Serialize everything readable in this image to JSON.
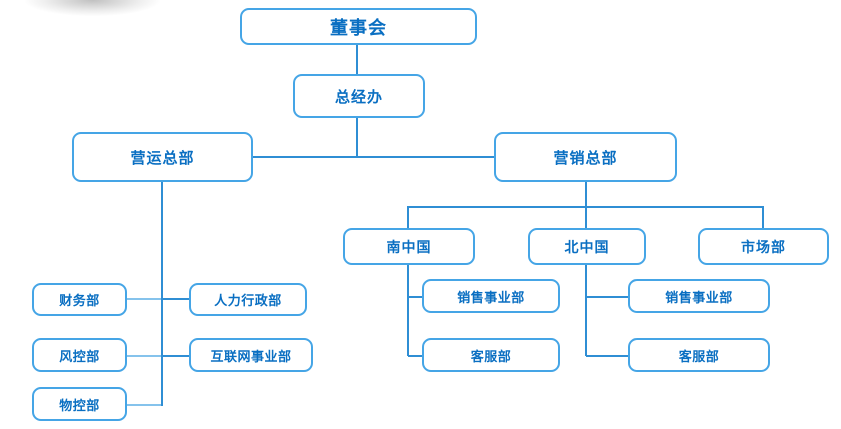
{
  "diagram": {
    "type": "org-chart",
    "nodes": {
      "board": "董事会",
      "gm_office": "总经办",
      "ops_hq": "营运总部",
      "mkt_hq": "营销总部",
      "finance": "财务部",
      "hr_admin": "人力行政部",
      "risk_control": "风控部",
      "internet_div": "互联网事业部",
      "material_control": "物控部",
      "south_china": "南中国",
      "north_china": "北中国",
      "market_dept": "市场部",
      "south_sales": "销售事业部",
      "south_service": "客服部",
      "north_sales": "销售事业部",
      "north_service": "客服部"
    },
    "hierarchy": [
      {
        "parent": "董事会",
        "children": [
          "总经办"
        ]
      },
      {
        "parent": "总经办",
        "children": [
          "营运总部",
          "营销总部"
        ]
      },
      {
        "parent": "营运总部",
        "children": [
          "财务部",
          "人力行政部",
          "风控部",
          "互联网事业部",
          "物控部"
        ]
      },
      {
        "parent": "营销总部",
        "children": [
          "南中国",
          "北中国",
          "市场部"
        ]
      },
      {
        "parent": "南中国",
        "children": [
          "销售事业部",
          "客服部"
        ]
      },
      {
        "parent": "北中国",
        "children": [
          "销售事业部",
          "客服部"
        ]
      }
    ],
    "colors": {
      "box_border": "#45a5e6",
      "box_text": "#0a6fc2",
      "line": "#2f8ed4",
      "line_light": "#85c3ec"
    }
  }
}
